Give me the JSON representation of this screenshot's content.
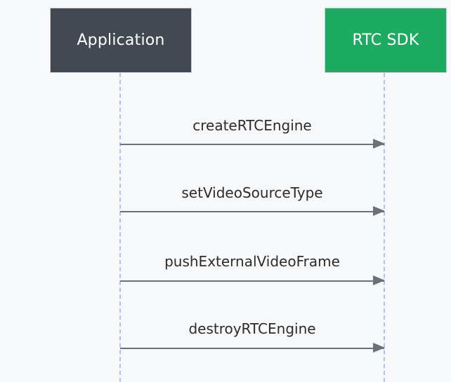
{
  "diagram": {
    "type": "sequence-diagram",
    "background_color": "#f7f8fa",
    "participants": [
      {
        "id": "application",
        "label": "Application",
        "box_color": "#434951",
        "text_color": "#ffffff"
      },
      {
        "id": "rtcsdk",
        "label": "RTC SDK",
        "box_color": "#1dab62",
        "text_color": "#ffffff"
      }
    ],
    "lifeline_color": "#a8c4ef",
    "arrow_color": "#6b7079",
    "messages": [
      {
        "label": "createRTCEngine",
        "from": "application",
        "to": "rtcsdk",
        "direction": "right",
        "style": "solid"
      },
      {
        "label": "setVideoSourceType",
        "from": "application",
        "to": "rtcsdk",
        "direction": "right",
        "style": "solid"
      },
      {
        "label": "pushExternalVideoFrame",
        "from": "application",
        "to": "rtcsdk",
        "direction": "right",
        "style": "solid"
      },
      {
        "label": "destroyRTCEngine",
        "from": "application",
        "to": "rtcsdk",
        "direction": "right",
        "style": "solid"
      }
    ]
  }
}
